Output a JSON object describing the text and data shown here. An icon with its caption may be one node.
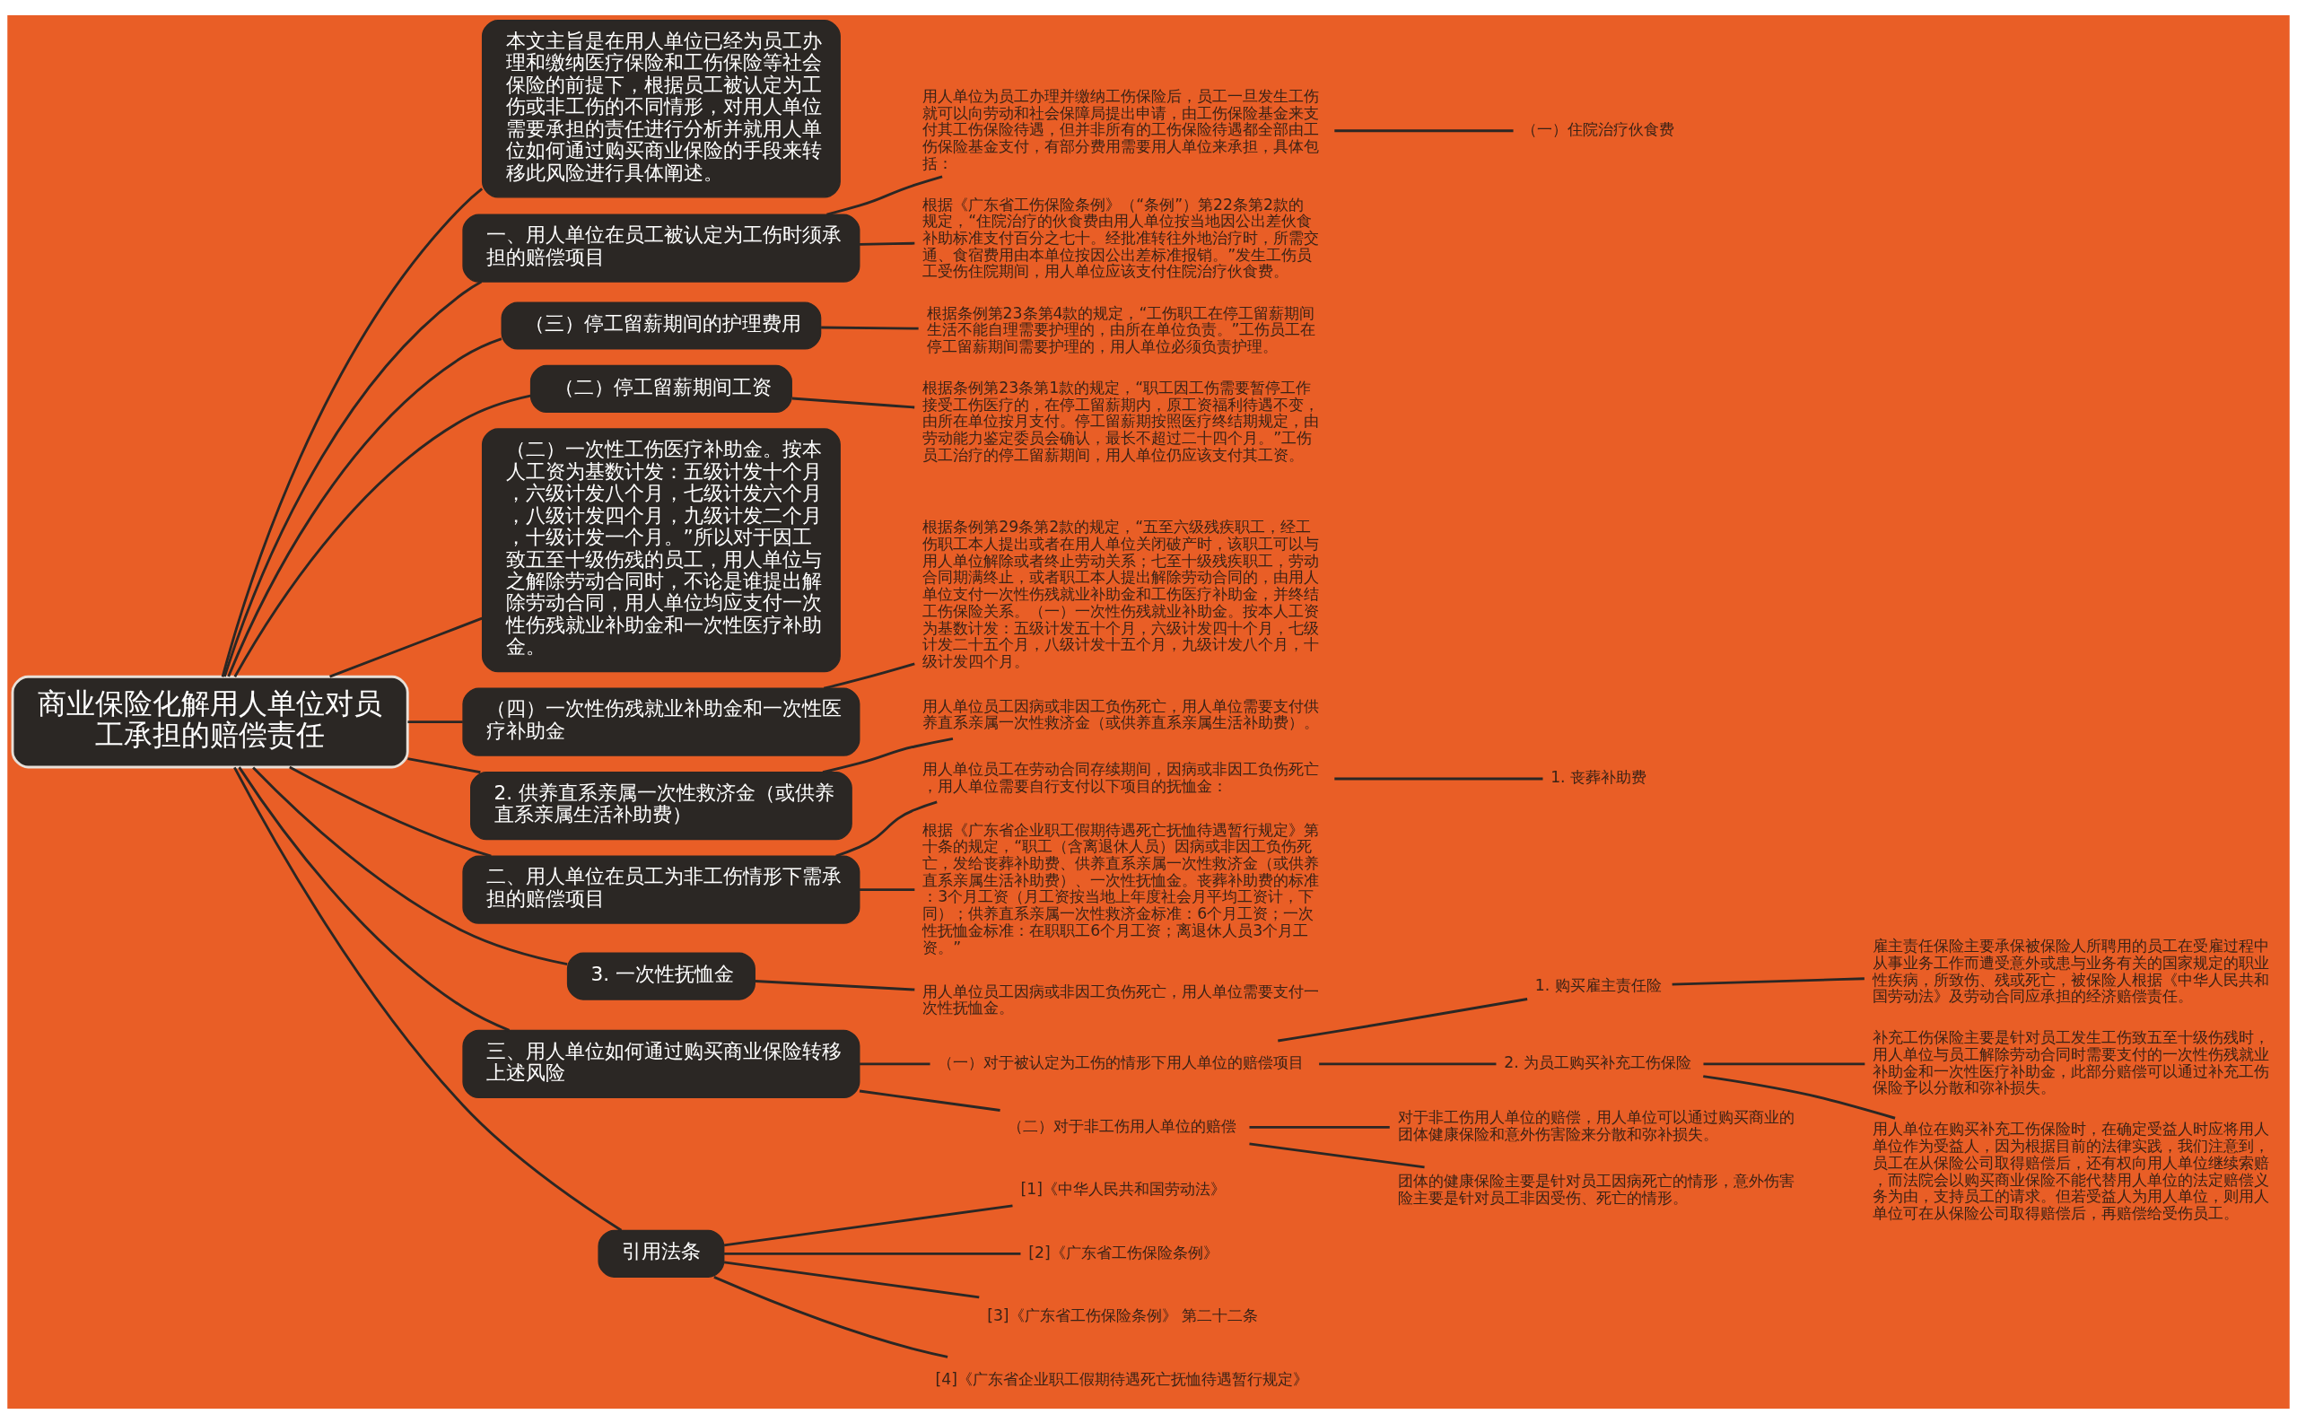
{
  "diagram": {
    "nodes": [
      {
        "text": [
          "商业保险化解用人单位对员工承担的赔偿责任"
        ]
      },
      {
        "text": [
          "本文主旨是在用人单位已经为员工办理和缴纳医疗保险和工伤保险等社会保险的前提下，根据员工被认定为工伤或非工伤的不同情形，对用人单位需要承担的责任进行分析并就用人单位如何通过购买商业保险的手段来转移此风险进行具体阐述。"
        ]
      },
      {
        "text": [
          "一、用人单位在员工被认定为工伤时须承担的赔偿项目"
        ]
      },
      {
        "text": [
          "用人单位为员工办理并缴纳工伤保险后，员工一旦发生工伤就可以向劳动和社会保障局提出申请，由工伤保险基金来支付其工伤保险待遇，但并非所有的工伤保险待遇都全部由工伤保险基金支付，有部分费用需要用人单位来承担，具体包括："
        ]
      },
      {
        "text": [
          "（一）住院治疗伙食费"
        ]
      },
      {
        "text": [
          "根据《广东省工伤保险条例》（“条例”）第22条第2款的规定，“住院治疗的伙食费由用人单位按当地因公出差伙食补助标准支付百分之七十。经批准转往外地治疗时，所需交通、食宿费用由本单位按因公出差标准报销。”发生工伤员工受伤住院期间，用人单位应该支付住院治疗伙食费。"
        ]
      },
      {
        "text": [
          "（三）停工留薪期间的护理费用"
        ]
      },
      {
        "text": [
          "根据条例第23条第4款的规定，“工伤职工在停工留薪期间生活不能自理需要护理的，由所在单位负责。”工伤员工在停工留薪期间需要护理的，用人单位必须负责护理。"
        ]
      },
      {
        "text": [
          "（二）停工留薪期间工资"
        ]
      },
      {
        "text": [
          "根据条例第23条第1款的规定，“职工因工伤需要暂停工作接受工伤医疗的，在停工留薪期内，原工资福利待遇不变，由所在单位按月支付。停工留薪期按照医疗终结期规定，由劳动能力鉴定委员会确认，最长不超过二十四个月。”工伤员工治疗的停工留薪期间，用人单位仍应该支付其工资。"
        ]
      },
      {
        "text": [
          "（二）一次性工伤医疗补助金。按本人工资为基数计发：五级计发十个月，六级计发八个月，七级计发六个月，八级计发四个月，九级计发二个月，十级计发一个月。”所以对于因工致五至十级伤残的员工，用人单位与之解除劳动合同时，不论是谁提出解除劳动合同，用人单位均应支付一次性伤残就业补助金和一次性医疗补助金。"
        ]
      },
      {
        "text": [
          "（四）一次性伤残就业补助金和一次性医疗补助金"
        ]
      },
      {
        "text": [
          "根据条例第29条第2款的规定，“五至六级残疾职工，经工伤职工本人提出或者在用人单位关闭破产时，该职工可以与用人单位解除或者终止劳动关系；七至十级残疾职工，劳动合同期满终止，或者职工本人提出解除劳动合同的，由用人单位支付一次性伤残就业补助金和工伤医疗补助金，并终结工伤保险关系。（一）一次性伤残就业补助金。按本人工资为基数计发：五级计发五十个月，六级计发四十个月，七级计发二十五个月，八级计发十五个月，九级计发八个月，十级计发四个月。"
        ]
      },
      {
        "text": [
          "2. 供养直系亲属一次性救济金（或供养直系亲属生活补助费）"
        ]
      },
      {
        "text": [
          "用人单位员工因病或非因工负伤死亡，用人单位需要支付供养直系亲属一次性救济金（或供养直系亲属生活补助费）。"
        ]
      },
      {
        "text": [
          "二、用人单位在员工为非工伤情形下需承担的赔偿项目"
        ]
      },
      {
        "text": [
          "用人单位员工在劳动合同存续期间，因病或非因工负伤死亡，用人单位需要自行支付以下项目的抚恤金："
        ]
      },
      {
        "text": [
          "1. 丧葬补助费"
        ]
      },
      {
        "text": [
          "根据《广东省企业职工假期待遇死亡抚恤待遇暂行规定》第十条的规定，“职工（含离退休人员）因病或非因工负伤死亡，发给丧葬补助费、供养直系亲属一次性救济金（或供养直系亲属生活补助费）、一次性抚恤金。丧葬补助费的标准：3个月工资（月工资按当地上年度社会月平均工资计，下同）；供养直系亲属一次性救济金标准：6个月工资；一次性抚恤金标准：在职职工6个月工资；离退休人员3个月工资。”"
        ]
      },
      {
        "text": [
          "3. 一次性抚恤金"
        ]
      },
      {
        "text": [
          "用人单位员工因病或非因工负伤死亡，用人单位需要支付一次性抚恤金。"
        ]
      },
      {
        "text": [
          "三、用人单位如何通过购买商业保险转移上述风险"
        ]
      },
      {
        "text": [
          "（一）对于被认定为工伤的情形下用人单位的赔偿项目"
        ]
      },
      {
        "text": [
          "1. 购买雇主责任险"
        ]
      },
      {
        "text": [
          "雇主责任保险主要承保被保险人所聘用的员工在受雇过程中从事业务工作而遭受意外或患与业务有关的国家规定的职业性疾病，所致伤、残或死亡，被保险人根据《中华人民共和国劳动法》及劳动合同应承担的经济赔偿责任。"
        ]
      },
      {
        "text": [
          "2. 为员工购买补充工伤保险"
        ]
      },
      {
        "text": [
          "补充工伤保险主要是针对员工发生工伤致五至十级伤残时，用人单位与员工解除劳动合同时需要支付的一次性伤残就业补助金和一次性医疗补助金，此部分赔偿可以通过补充工伤保险予以分散和弥补损失。"
        ]
      },
      {
        "text": [
          "用人单位在购买补充工伤保险时，在确定受益人时应将用人单位作为受益人，因为根据目前的法律实践，我们注意到，员工在从保险公司取得赔偿后，还有权向用人单位继续索赔，而法院会以购买商业保险不能代替用人单位的法定赔偿义务为由，支持员工的请求。但若受益人为用人单位，则用人单位可在从保险公司取得赔偿后，再赔偿给受伤员工。"
        ]
      },
      {
        "text": [
          "（二）对于非工伤用人单位的赔偿"
        ]
      },
      {
        "text": [
          "对于非工伤用人单位的赔偿，用人单位可以通过购买商业的团体健康保险和意外伤害险来分散和弥补损失。"
        ]
      },
      {
        "text": [
          "团体的健康保险主要是针对员工因病死亡的情形，意外伤害险主要是针对员工非因受伤、死亡的情形。"
        ]
      },
      {
        "text": [
          "引用法条"
        ]
      },
      {
        "text": [
          "[1]《中华人民共和国劳动法》"
        ]
      },
      {
        "text": [
          "[2]《广东省工伤保险条例》"
        ]
      },
      {
        "text": [
          "[3]《广东省工伤保险条例》 第二十二条"
        ]
      },
      {
        "text": [
          "[4]《广东省企业职工假期待遇死亡抚恤待遇暂行规定》"
        ]
      }
    ],
    "edges": [
      {
        "from": 0,
        "to": 1,
        "arrow": "none"
      },
      {
        "from": 0,
        "to": 2,
        "arrow": "none"
      },
      {
        "from": 2,
        "to": 3,
        "arrow": "none"
      },
      {
        "from": 3,
        "to": 4,
        "arrow": "none"
      },
      {
        "from": 2,
        "to": 5,
        "arrow": "none"
      },
      {
        "from": 0,
        "to": 6,
        "arrow": "none"
      },
      {
        "from": 6,
        "to": 7,
        "arrow": "none"
      },
      {
        "from": 0,
        "to": 8,
        "arrow": "none"
      },
      {
        "from": 8,
        "to": 9,
        "arrow": "none"
      },
      {
        "from": 0,
        "to": 10,
        "arrow": "none"
      },
      {
        "from": 0,
        "to": 11,
        "arrow": "none"
      },
      {
        "from": 11,
        "to": 12,
        "arrow": "none"
      },
      {
        "from": 0,
        "to": 13,
        "arrow": "none"
      },
      {
        "from": 13,
        "to": 14,
        "arrow": "none"
      },
      {
        "from": 0,
        "to": 15,
        "arrow": "none"
      },
      {
        "from": 15,
        "to": 16,
        "arrow": "none"
      },
      {
        "from": 16,
        "to": 17,
        "arrow": "none"
      },
      {
        "from": 15,
        "to": 18,
        "arrow": "none"
      },
      {
        "from": 0,
        "to": 19,
        "arrow": "none"
      },
      {
        "from": 19,
        "to": 20,
        "arrow": "none"
      },
      {
        "from": 0,
        "to": 21,
        "arrow": "none"
      },
      {
        "from": 21,
        "to": 22,
        "arrow": "none"
      },
      {
        "from": 22,
        "to": 23,
        "arrow": "none"
      },
      {
        "from": 23,
        "to": 24,
        "arrow": "none"
      },
      {
        "from": 22,
        "to": 25,
        "arrow": "none"
      },
      {
        "from": 25,
        "to": 26,
        "arrow": "none"
      },
      {
        "from": 25,
        "to": 27,
        "arrow": "none"
      },
      {
        "from": 21,
        "to": 28,
        "arrow": "none"
      },
      {
        "from": 28,
        "to": 29,
        "arrow": "none"
      },
      {
        "from": 28,
        "to": 30,
        "arrow": "none"
      },
      {
        "from": 0,
        "to": 31,
        "arrow": "none"
      },
      {
        "from": 31,
        "to": 32,
        "arrow": "none"
      },
      {
        "from": 31,
        "to": 33,
        "arrow": "none"
      },
      {
        "from": 31,
        "to": 34,
        "arrow": "none"
      },
      {
        "from": 31,
        "to": 35,
        "arrow": "none"
      }
    ]
  }
}
